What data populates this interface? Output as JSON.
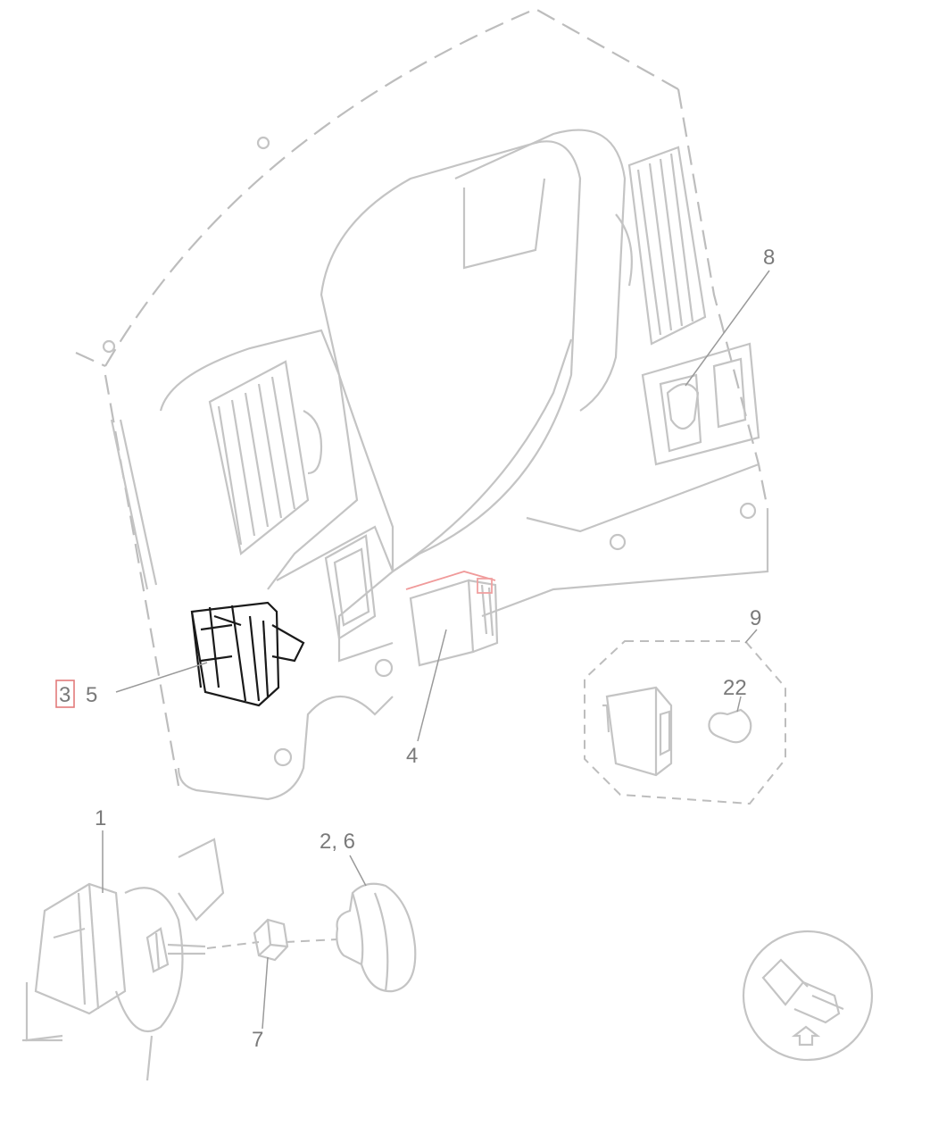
{
  "diagram": {
    "callouts": {
      "c1": "1",
      "c26": "2, 6",
      "c3": "3",
      "c4": "4",
      "c5": "5",
      "c7": "7",
      "c8": "8",
      "c9": "9",
      "c22": "22"
    },
    "highlight_color": "#e37b7b",
    "line_color": "#c4c4c4",
    "selected_part_color": "#1a1a1a"
  }
}
